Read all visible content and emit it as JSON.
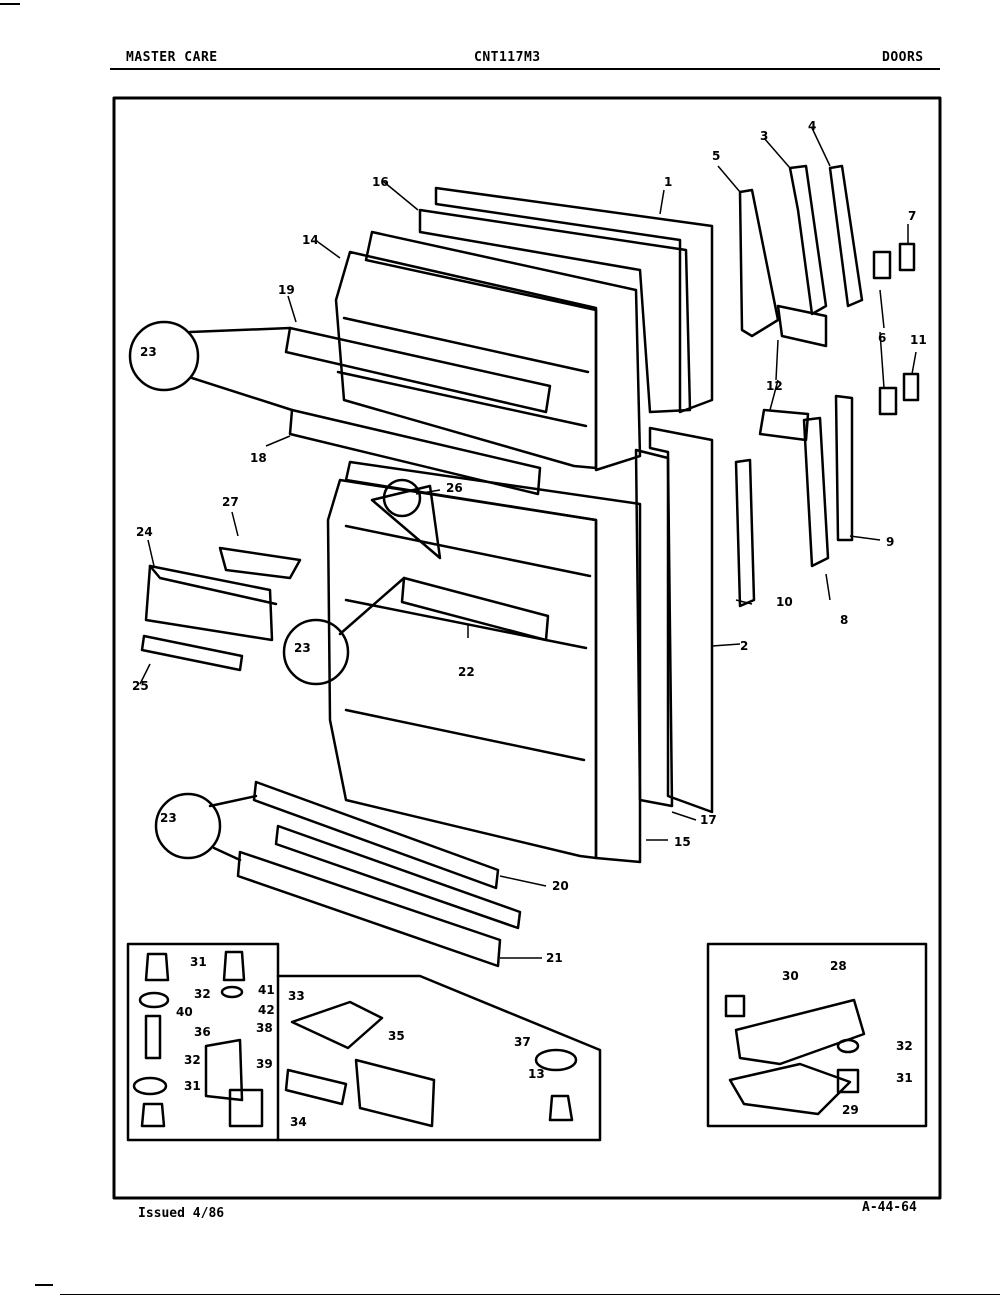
{
  "header": {
    "left": "MASTER CARE",
    "center": "CNT117M3",
    "right": "DOORS"
  },
  "footer": {
    "issued": "Issued 4/86",
    "code": "A-44-64"
  },
  "callouts": [
    "1",
    "2",
    "3",
    "4",
    "5",
    "6",
    "7",
    "8",
    "9",
    "10",
    "11",
    "12",
    "13",
    "14",
    "15",
    "16",
    "17",
    "18",
    "19",
    "20",
    "21",
    "22",
    "23",
    "24",
    "25",
    "26",
    "27",
    "28",
    "29",
    "30",
    "31",
    "32",
    "33",
    "34",
    "35",
    "36",
    "37",
    "38",
    "39",
    "40",
    "41",
    "42"
  ]
}
